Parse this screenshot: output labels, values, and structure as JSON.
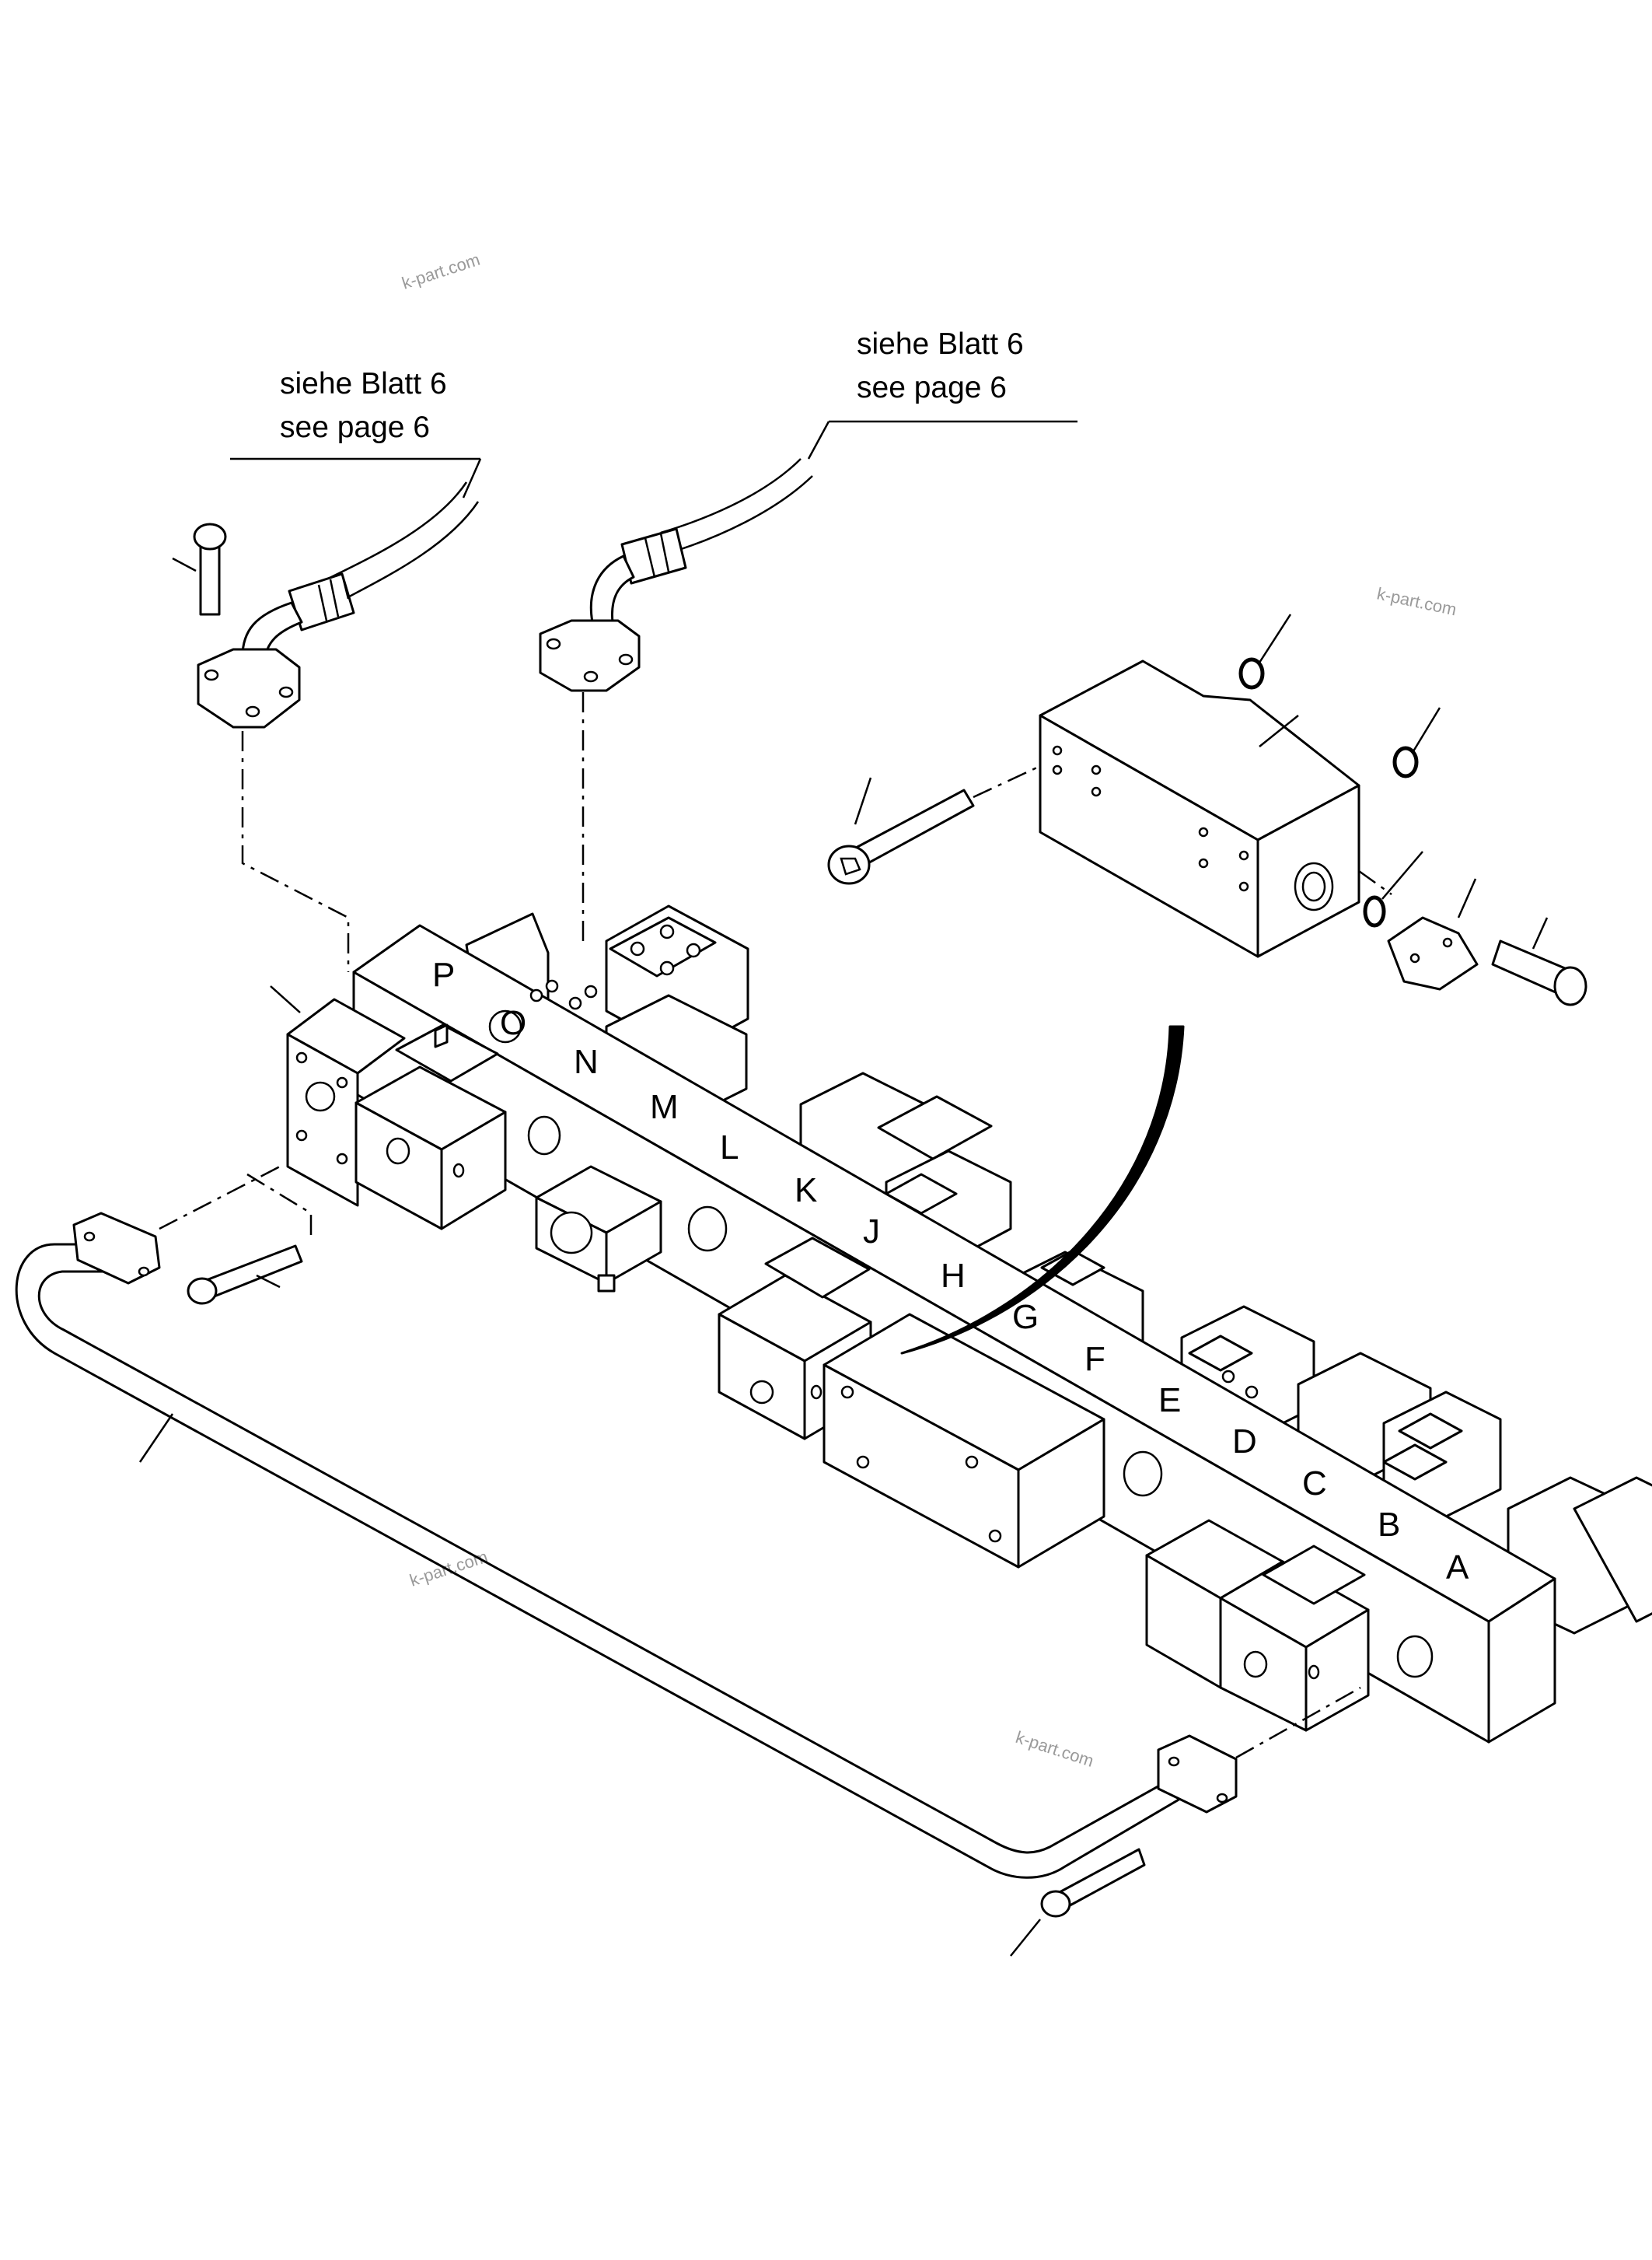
{
  "notes": [
    {
      "line1": "siehe Blatt 6",
      "line2": "see page 6"
    },
    {
      "line1": "siehe Blatt 6",
      "line2": "see page 6"
    }
  ],
  "section_labels": [
    "P",
    "O",
    "N",
    "M",
    "L",
    "K",
    "J",
    "H",
    "G",
    "F",
    "E",
    "D",
    "C",
    "B",
    "A"
  ],
  "watermark": "k-part.com",
  "colors": {
    "line": "#000000",
    "background": "#ffffff",
    "watermark": "#9a9a9a"
  }
}
